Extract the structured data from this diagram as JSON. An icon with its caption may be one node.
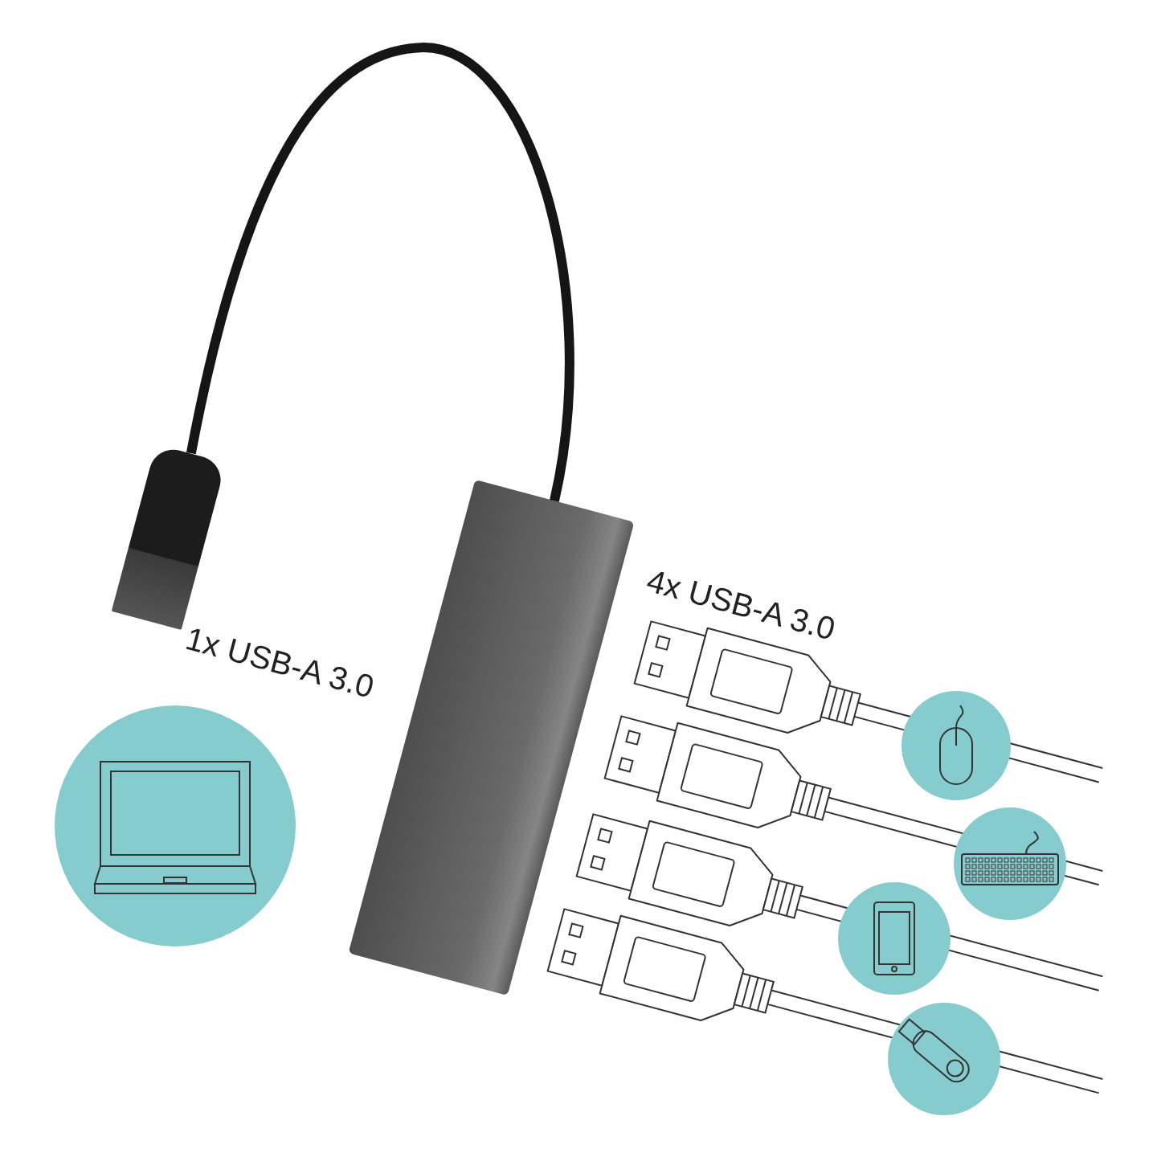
{
  "diagram": {
    "nodes": [
      {
        "text": [],
        "shape": "picture"
      },
      {
        "text": [],
        "shape": "picture"
      }
    ],
    "edges": [
      {
        "from": 1,
        "to": 0,
        "arrow": "none"
      }
    ],
    "labels": [
      "1x USB-A 3.0",
      "4x USB-A 3.0"
    ]
  }
}
